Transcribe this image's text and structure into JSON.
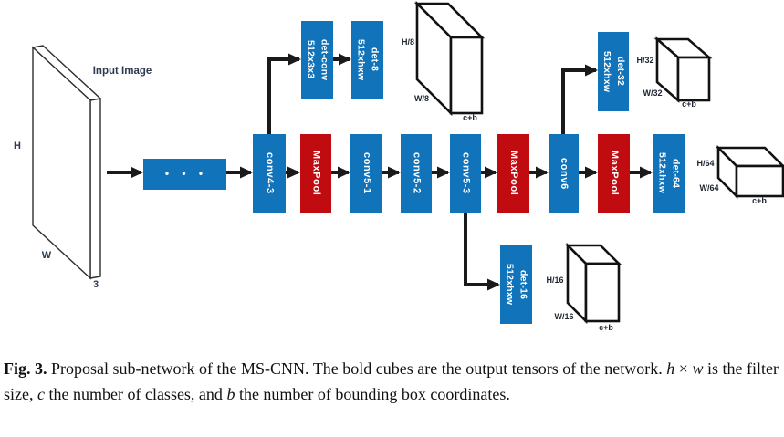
{
  "figure": {
    "input": {
      "label": "Input Image",
      "height": "H",
      "width": "W",
      "channels": "3"
    },
    "backbone_dots": "• • •",
    "nodes": {
      "conv4_3": "conv4-3",
      "maxpool1": "MaxPool",
      "conv5_1": "conv5-1",
      "conv5_2": "conv5-2",
      "conv5_3": "conv5-3",
      "maxpool2": "MaxPool",
      "conv6": "conv6",
      "maxpool3": "MaxPool",
      "det64_line1": "det-64",
      "det64_line2": "512xhxw",
      "detconv_line1": "det-conv",
      "detconv_line2": "512x3x3",
      "det8_line1": "det-8",
      "det8_line2": "512xhxw",
      "det32_line1": "det-32",
      "det32_line2": "512xhxw",
      "det16_line1": "det-16",
      "det16_line2": "512xhxw"
    },
    "tensors": {
      "t8": {
        "h": "H/8",
        "w": "W/8",
        "depth": "c+b"
      },
      "t16": {
        "h": "H/16",
        "w": "W/16",
        "depth": "c+b"
      },
      "t32": {
        "h": "H/32",
        "w": "W/32",
        "depth": "c+b"
      },
      "t64": {
        "h": "H/64",
        "w": "W/64",
        "depth": "c+b"
      }
    },
    "colors": {
      "conv_blue": "#1173BA",
      "pool_red": "#C00C11",
      "cube_stroke": "#121212",
      "label_dark": "#1C2430",
      "label_navy": "#2B3A4D"
    }
  },
  "caption": {
    "fig_label": "Fig. 3.",
    "text_1": " Proposal sub-network of the MS-CNN. The bold cubes are the output tensors of the network. ",
    "var_h": "h",
    "times": " × ",
    "var_w": "w",
    "text_2": " is the filter size, ",
    "var_c": "c",
    "text_3": " the number of classes, and ",
    "var_b": "b",
    "text_4": " the number of bounding box coordinates."
  }
}
